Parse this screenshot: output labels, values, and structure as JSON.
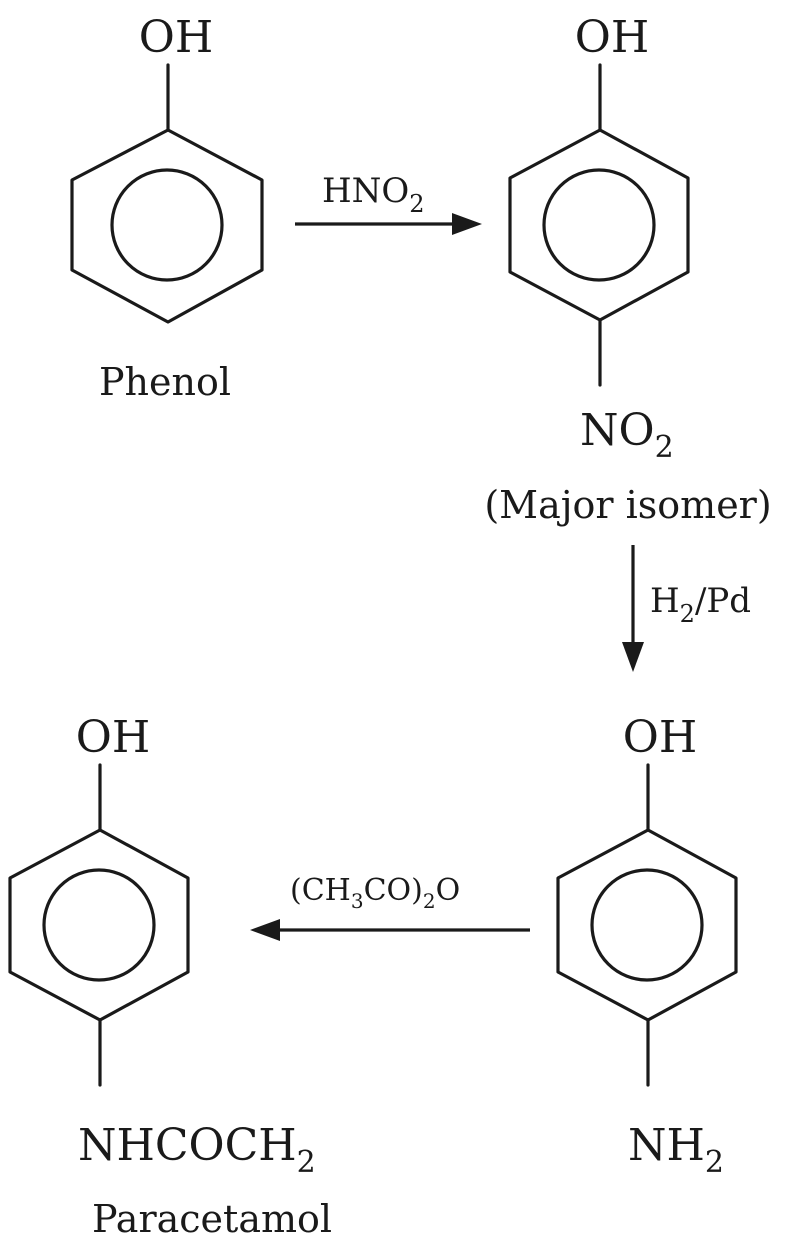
{
  "compounds": {
    "phenol": {
      "top_group": "OH",
      "name": "Phenol"
    },
    "nitrophenol": {
      "top_group": "OH",
      "bottom_group": "NO",
      "bottom_sub": "2",
      "note": "(Major isomer)"
    },
    "aminophenol": {
      "top_group": "OH",
      "bottom_group": "NH",
      "bottom_sub": "2"
    },
    "paracetamol": {
      "top_group": "OH",
      "bottom_group": "NHCOCH",
      "bottom_sub": "2",
      "name": "Paracetamol"
    }
  },
  "reagents": {
    "step1": {
      "pre": "HNO",
      "sub": "2"
    },
    "step2": {
      "pre": "H",
      "sub": "2",
      "post": "/Pd"
    },
    "step3": {
      "pre": "(CH",
      "sub1": "3",
      "mid": "CO)",
      "sub2": "2",
      "post": "O"
    }
  }
}
